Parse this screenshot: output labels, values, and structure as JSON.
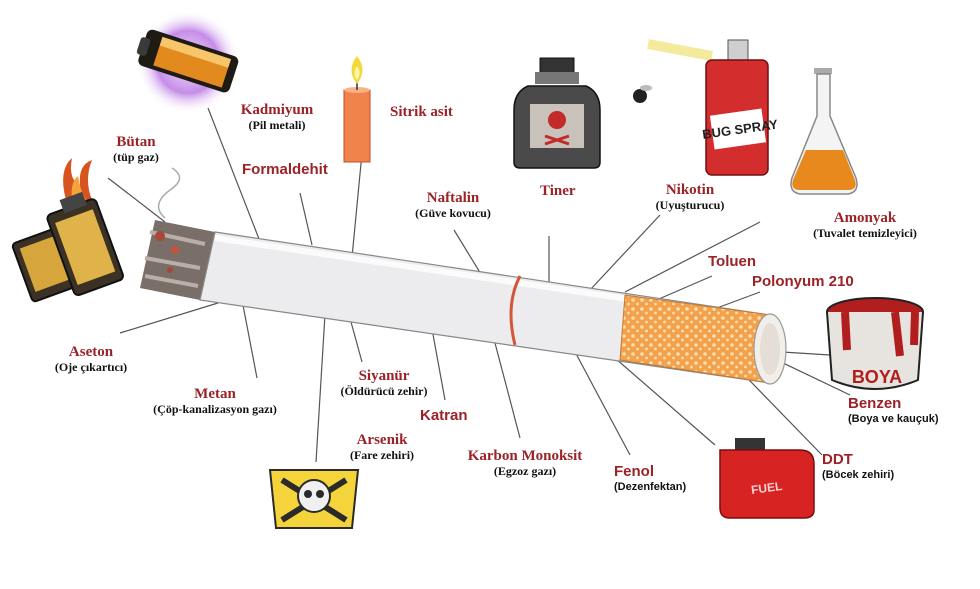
{
  "labels": {
    "kadmiyum": {
      "name": "Kadmiyum",
      "desc": "(Pil metali)"
    },
    "sitrik": {
      "name": "Sitrik asit"
    },
    "butan": {
      "name": "Bütan",
      "desc": "(tüp gaz)"
    },
    "formaldehit": {
      "name": "Formaldehit"
    },
    "naftalin": {
      "name": "Naftalin",
      "desc": "(Güve kovucu)"
    },
    "tiner": {
      "name": "Tiner"
    },
    "nikotin": {
      "name": "Nikotin",
      "desc": "(Uyuşturucu)"
    },
    "amonyak": {
      "name": "Amonyak",
      "desc": "(Tuvalet temizleyici)"
    },
    "toluen": {
      "name": "Toluen"
    },
    "polonyum": {
      "name": "Polonyum 210"
    },
    "aseton": {
      "name": "Aseton",
      "desc": "(Oje çıkartıcı)"
    },
    "metan": {
      "name": "Metan",
      "desc": "(Çöp-kanalizasyon gazı)"
    },
    "siyanur": {
      "name": "Siyanür",
      "desc": "(Öldürücü zehir)"
    },
    "katran": {
      "name": "Katran"
    },
    "arsenik": {
      "name": "Arsenik",
      "desc": "(Fare zehiri)"
    },
    "karbon": {
      "name": "Karbon Monoksit",
      "desc": "(Egzoz gazı)"
    },
    "fenol": {
      "name": "Fenol",
      "desc": "(Dezenfektan)"
    },
    "benzen": {
      "name": "Benzen",
      "desc": "(Boya ve kauçuk)"
    },
    "ddt": {
      "name": "DDT",
      "desc": "(Böcek zehiri)"
    }
  },
  "image_text": {
    "bug_can": "BUG SPRAY",
    "paint_can": "BOYA",
    "fuel_can": "FUEL"
  }
}
